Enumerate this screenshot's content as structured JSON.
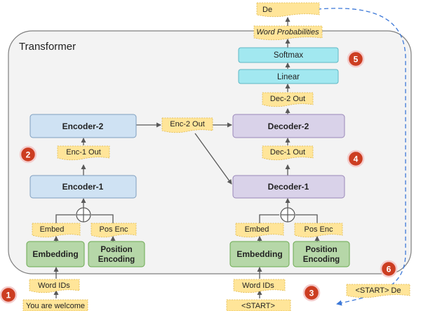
{
  "container": {
    "title": "Transformer"
  },
  "encoder_stack": {
    "encoder2": "Encoder-2",
    "encoder1": "Encoder-1",
    "enc1_out": "Enc-1 Out",
    "embed": "Embed",
    "pos_enc": "Pos Enc",
    "embedding": "Embedding",
    "position_encoding": [
      "Position",
      "Encoding"
    ],
    "word_ids": "Word IDs",
    "input_text": "You are welcome"
  },
  "middle": {
    "enc2_out": "Enc-2 Out"
  },
  "decoder_stack": {
    "decoder2": "Decoder-2",
    "decoder1": "Decoder-1",
    "dec1_out": "Dec-1 Out",
    "dec2_out": "Dec-2 Out",
    "linear": "Linear",
    "softmax": "Softmax",
    "word_probabilities": "Word Probabilities",
    "output_word": "De",
    "embed": "Embed",
    "pos_enc": "Pos Enc",
    "embedding": "Embedding",
    "position_encoding": [
      "Position",
      "Encoding"
    ],
    "word_ids": "Word IDs",
    "start_token": "<START>",
    "next_input": "<START> De"
  },
  "steps": [
    "1",
    "2",
    "3",
    "4",
    "5",
    "6"
  ],
  "colors": {
    "encoder_fill": "#cfe2f3",
    "decoder_fill": "#d9d2e9",
    "embedding_fill": "#b6d7a8",
    "softmax_fill": "#a2e8f0",
    "note_fill": "#ffe599",
    "badge_fill": "#cc3d21",
    "container_fill": "#f3f3f3",
    "feedback_arrow": "#3c78d8"
  }
}
